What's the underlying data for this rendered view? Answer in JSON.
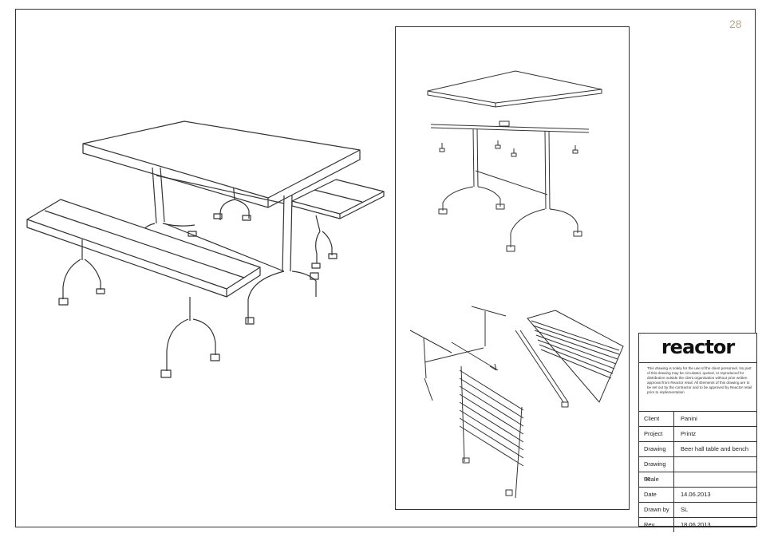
{
  "page": {
    "number": "28"
  },
  "brand": {
    "logo": "reactor"
  },
  "disclaimer": "This drawing is solely for the use of the client personnel. No part of this drawing may be circulated, quoted, or reproduced for distribution outside the client organisation without prior written approval from Reactor retail. All Elements of this drawing are to be set out by the contractor and to be approved by Reactor retail prior to implementation",
  "title_block": {
    "rows": [
      {
        "label": "Client",
        "value": "Panini"
      },
      {
        "label": "Project",
        "value": "Printz"
      },
      {
        "label": "Drawing",
        "value": "Beer hall table and bench"
      },
      {
        "label": "Drawing no",
        "value": ""
      },
      {
        "label": "Scale",
        "value": ""
      },
      {
        "label": "Date",
        "value": "14.06.2013"
      },
      {
        "label": "Drawn by",
        "value": "SL"
      },
      {
        "label": "Rev",
        "value": "18.06.2013"
      }
    ]
  },
  "colors": {
    "line": "#333333",
    "page_number": "#b9a98a"
  }
}
